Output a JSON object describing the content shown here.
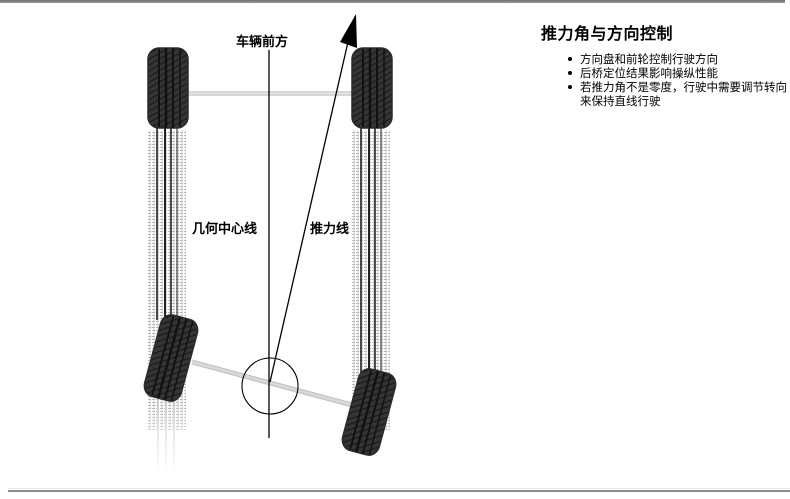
{
  "slide": {
    "title": "推力角与方向控制",
    "bullets": [
      "方向盘和前轮控制行驶方向",
      "后桥定位结果影响操纵性能",
      "若推力角不是零度，行驶中需要调节转向来保持直线行驶"
    ]
  },
  "diagram": {
    "labels": {
      "vehicle_forward": "车辆前方",
      "geometric_centerline": "几何中心线",
      "thrust_line": "推力线"
    },
    "elements": {
      "front_left_tire": "tire",
      "front_right_tire": "tire",
      "rear_left_tire": "tire (angled)",
      "rear_right_tire": "tire (angled)",
      "front_axle": "axle",
      "rear_axle": "axle (angled)",
      "thrust_arrow": "arrow-up-right",
      "rear_axle_center_circle": "circle"
    },
    "colors": {
      "tire": "#2e2e2e",
      "tread_groove": "#111111",
      "axle": "#d6d6d6",
      "track": "#bdbdbd",
      "line": "#000000"
    }
  }
}
